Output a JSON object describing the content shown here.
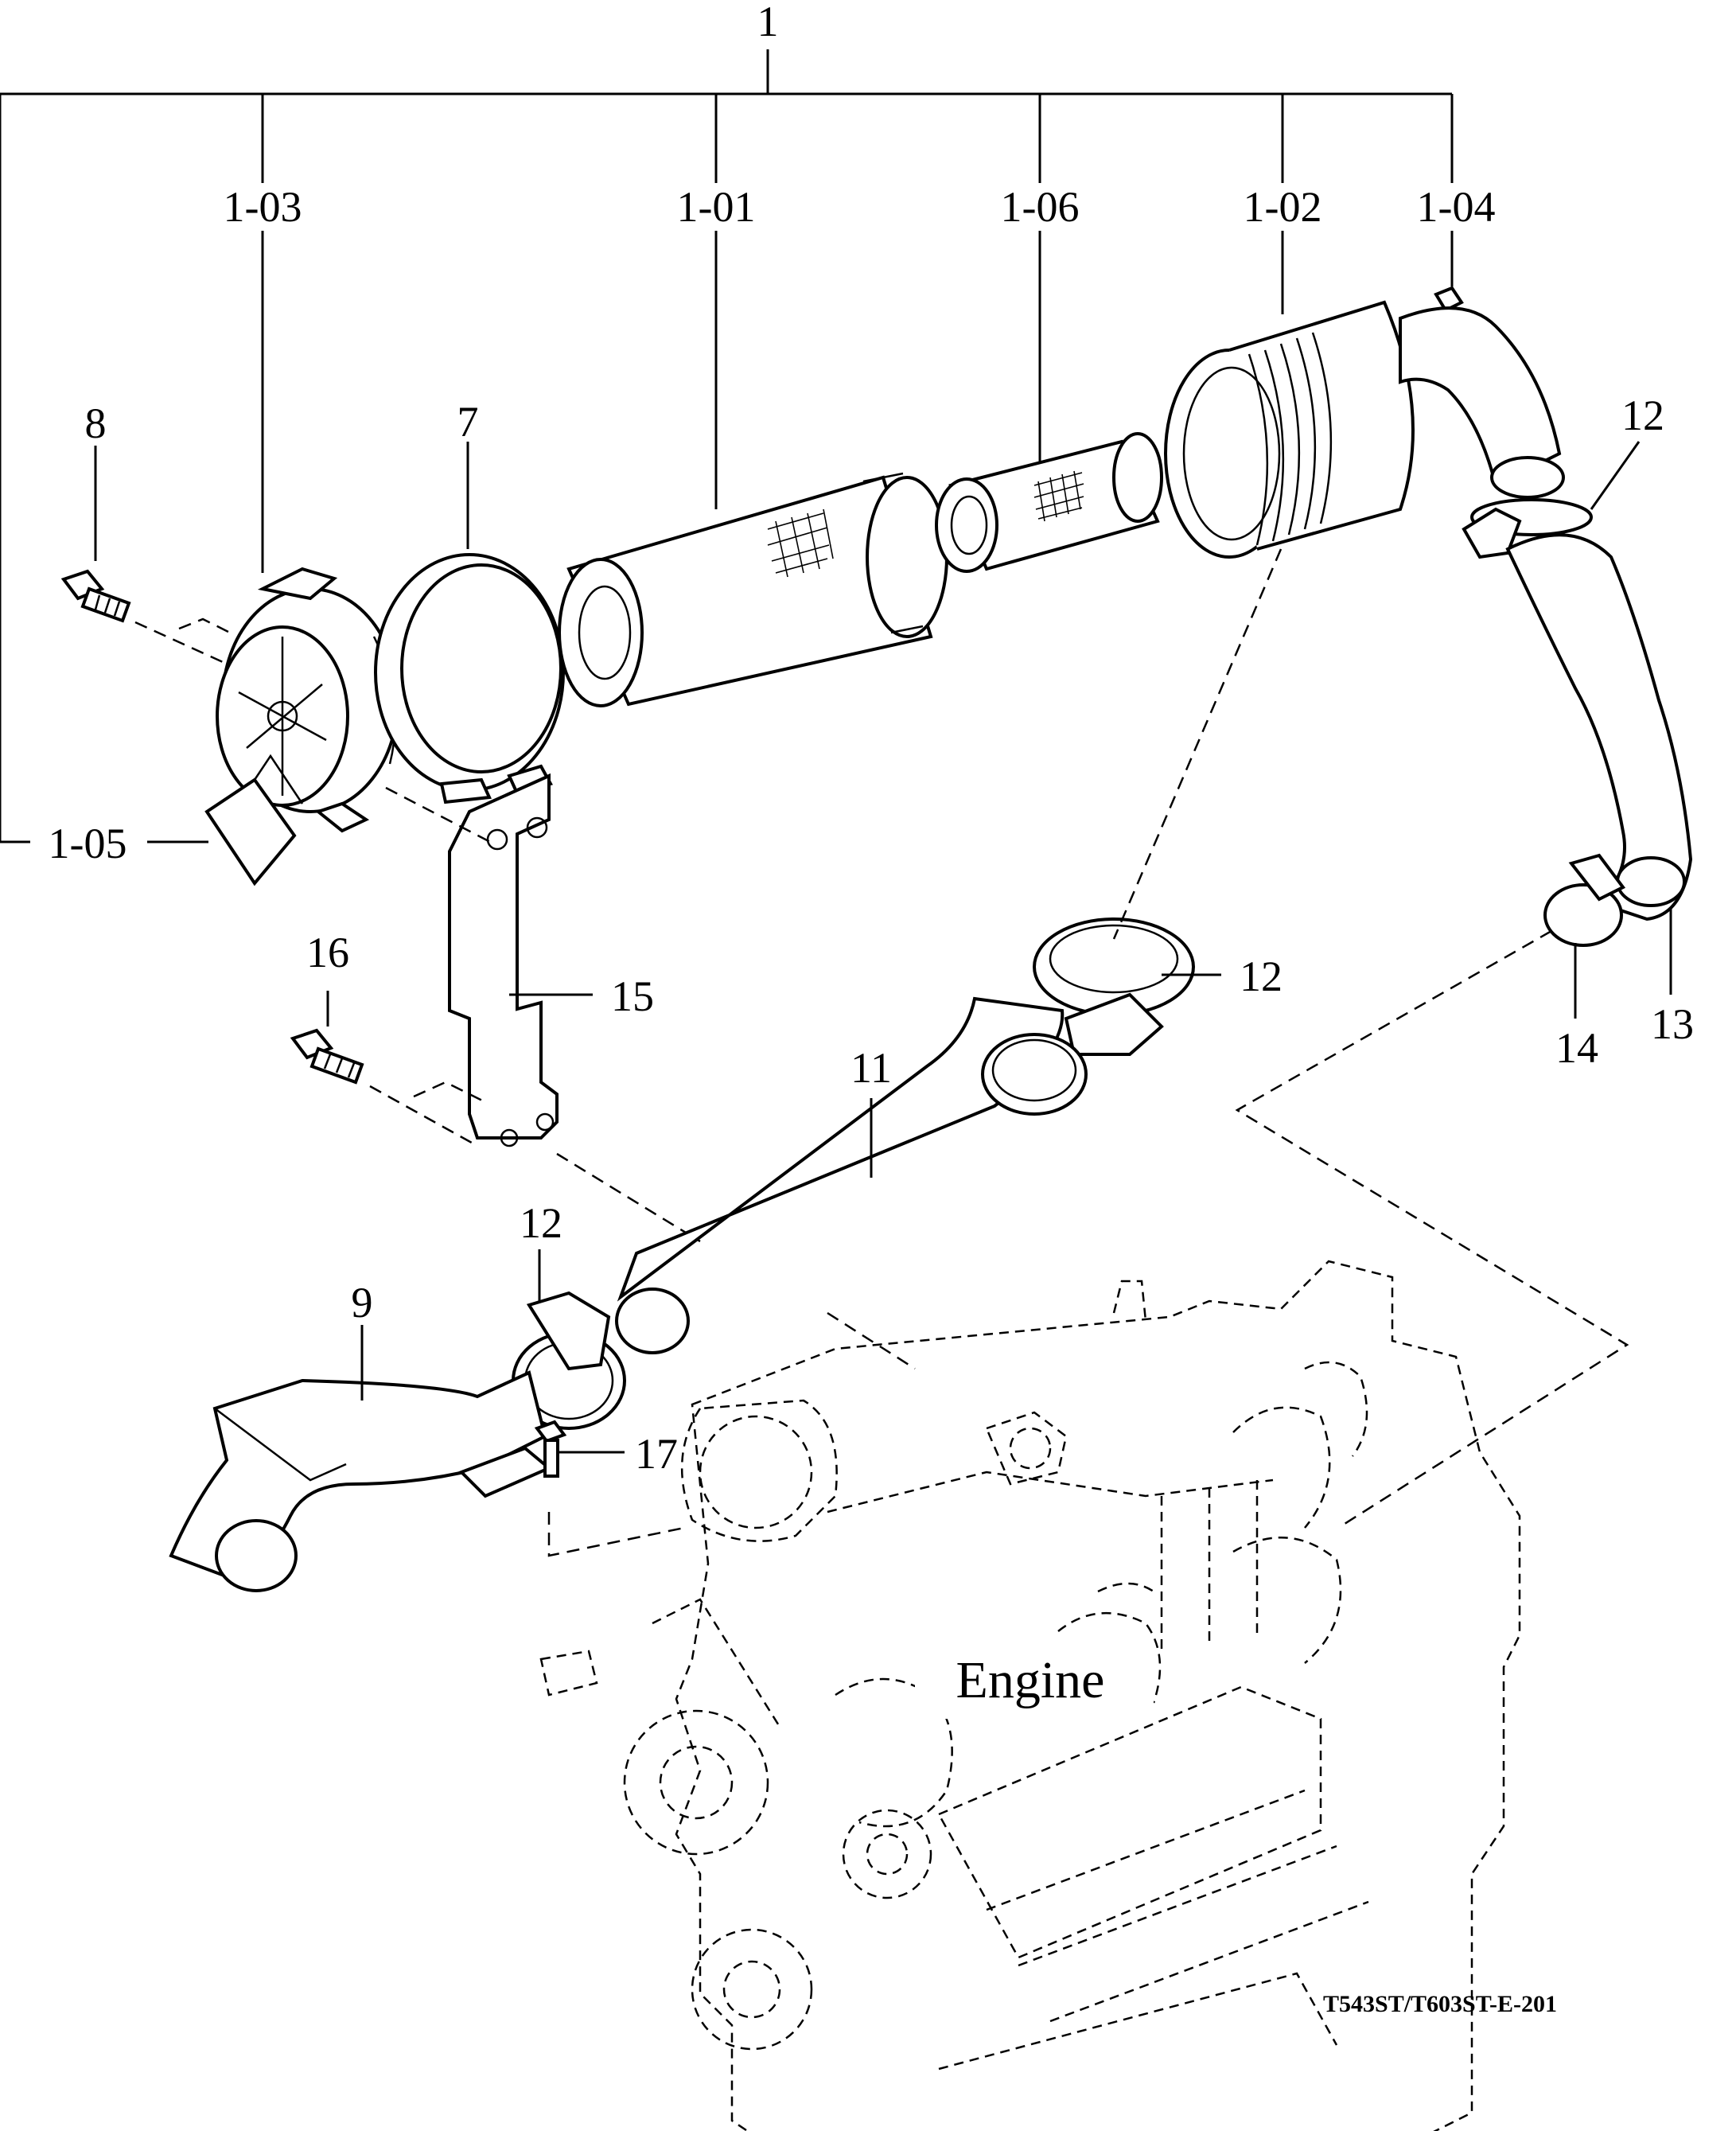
{
  "callouts": {
    "c1": "1",
    "c1_03": "1-03",
    "c1_01": "1-01",
    "c1_06": "1-06",
    "c1_02": "1-02",
    "c1_04": "1-04",
    "c1_05": "1-05",
    "c7": "7",
    "c8": "8",
    "c9": "9",
    "c11": "11",
    "c12a": "12",
    "c12b": "12",
    "c12c": "12",
    "c13": "13",
    "c14": "14",
    "c15": "15",
    "c16": "16",
    "c17": "17"
  },
  "engine_label": "Engine",
  "drawing_code": "T543ST/T603ST-E-201"
}
